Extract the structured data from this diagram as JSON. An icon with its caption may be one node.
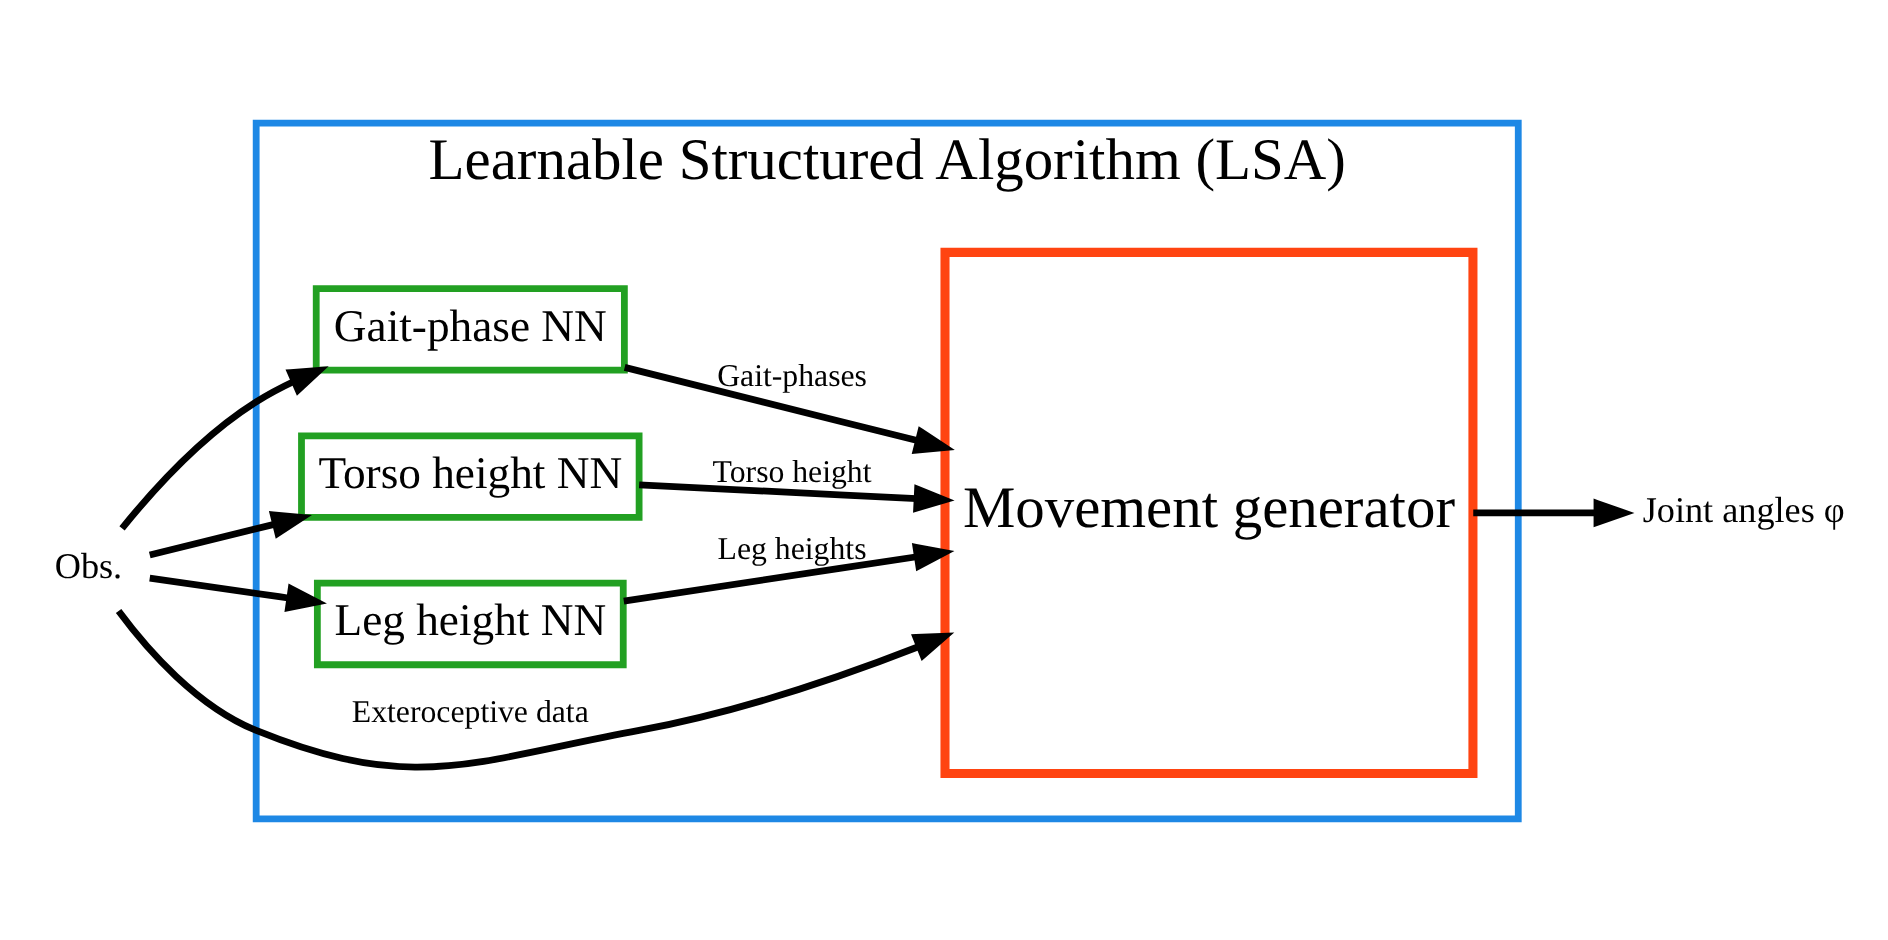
{
  "diagram": {
    "nodes": [
      {
        "text": [
          "Learnable Structured Algorithm (LSA)"
        ]
      },
      {
        "text": [
          "Gait-phase NN"
        ],
        "in": 0
      },
      {
        "text": [
          "Torso height NN"
        ],
        "in": 0
      },
      {
        "text": [
          "Leg height NN"
        ],
        "in": 0
      },
      {
        "text": [
          "Movement generator"
        ],
        "in": 0
      },
      {
        "text": [
          "Obs."
        ]
      },
      {
        "text": [
          "Joint angles φ"
        ]
      }
    ],
    "edges": [
      {
        "from": 5,
        "to": 1,
        "arrow": "to"
      },
      {
        "from": 5,
        "to": 2,
        "arrow": "to"
      },
      {
        "from": 5,
        "to": 3,
        "arrow": "to"
      },
      {
        "from": 5,
        "to": 4,
        "arrow": "to",
        "label": "Exteroceptive data"
      },
      {
        "from": 1,
        "to": 4,
        "arrow": "to",
        "label": "Gait-phases"
      },
      {
        "from": 2,
        "to": 4,
        "arrow": "to",
        "label": "Torso height"
      },
      {
        "from": 3,
        "to": 4,
        "arrow": "to",
        "label": "Leg heights"
      },
      {
        "from": 4,
        "to": 6,
        "arrow": "to"
      }
    ]
  }
}
